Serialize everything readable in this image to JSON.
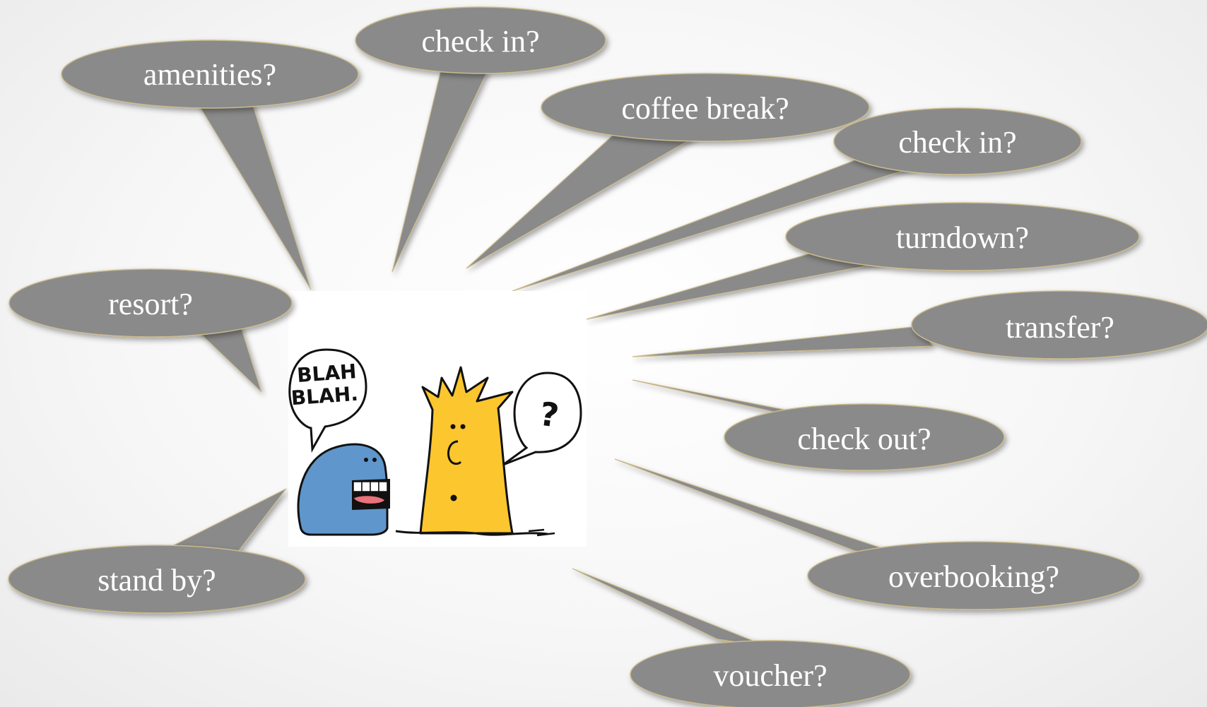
{
  "bubbles": {
    "amenities": "amenities?",
    "check_in_top": "check in?",
    "coffee_break": "coffee break?",
    "check_in_right": "check in?",
    "turndown": "turndown?",
    "resort": "resort?",
    "transfer": "transfer?",
    "check_out": "check out?",
    "stand_by": "stand by?",
    "overbooking": "overbooking?",
    "voucher": "voucher?"
  },
  "cartoon": {
    "left_speech": [
      "BLAH",
      "BLAH."
    ],
    "right_speech": "?"
  },
  "colors": {
    "bubble_fill": "#8a8a8a",
    "bubble_text": "#ffffff",
    "blue_character": "#5f96cc",
    "yellow_character": "#fcc62e"
  }
}
